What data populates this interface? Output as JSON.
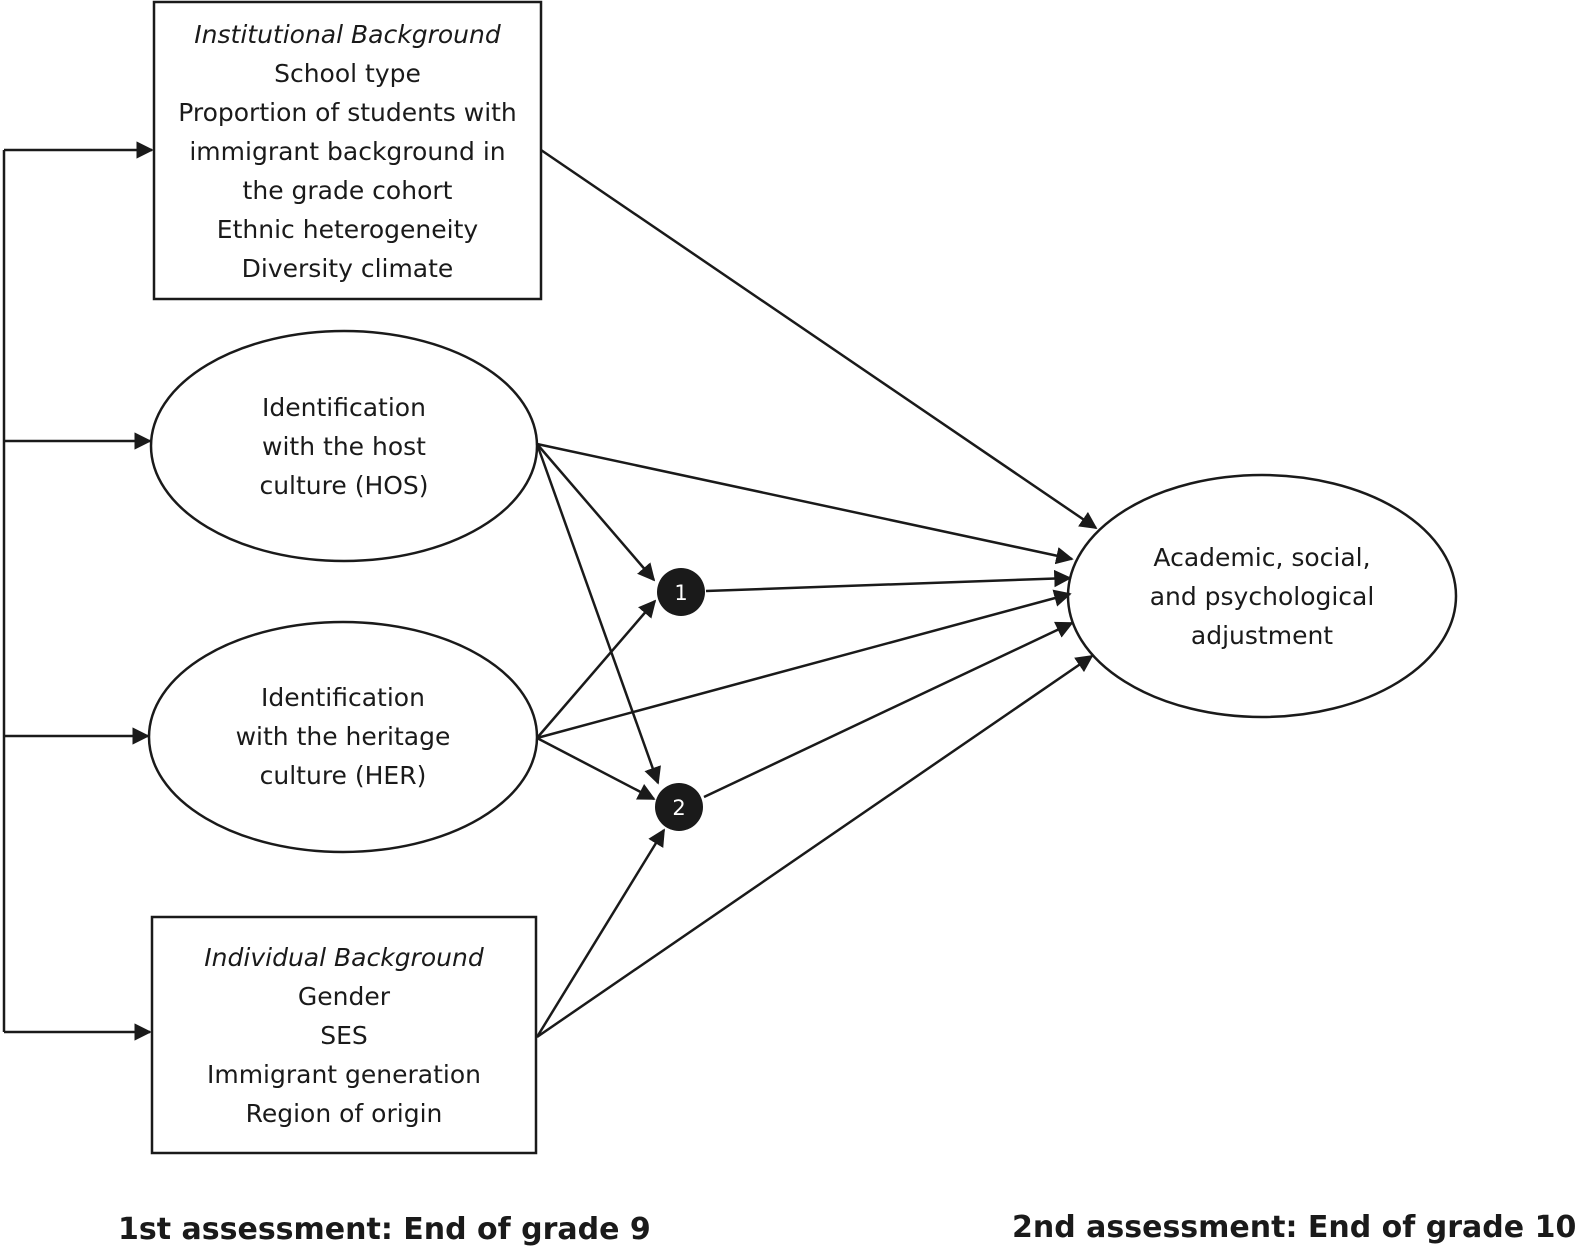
{
  "institutional": {
    "title": "Institutional Background",
    "lines": [
      "School type",
      "Proportion of students with",
      "immigrant background in",
      "the grade cohort",
      "Ethnic heterogeneity",
      "Diversity climate"
    ]
  },
  "host": {
    "lines": [
      "Identification",
      "with the host",
      "culture (HOS)"
    ]
  },
  "heritage": {
    "lines": [
      "Identification",
      "with the heritage",
      "culture (HER)"
    ]
  },
  "individual": {
    "title": "Individual Background",
    "lines": [
      "Gender",
      "SES",
      "Immigrant generation",
      "Region of origin"
    ]
  },
  "outcome": {
    "lines": [
      "Academic, social,",
      "and psychological",
      "adjustment"
    ]
  },
  "interaction_1": "1",
  "interaction_2": "2",
  "footer": {
    "first": "1st assessment: End of grade 9",
    "second": "2nd assessment: End of grade 10"
  },
  "colors": {
    "line": "#1a1a1a",
    "node_fill": "#1a1a1a",
    "background": "#ffffff"
  }
}
